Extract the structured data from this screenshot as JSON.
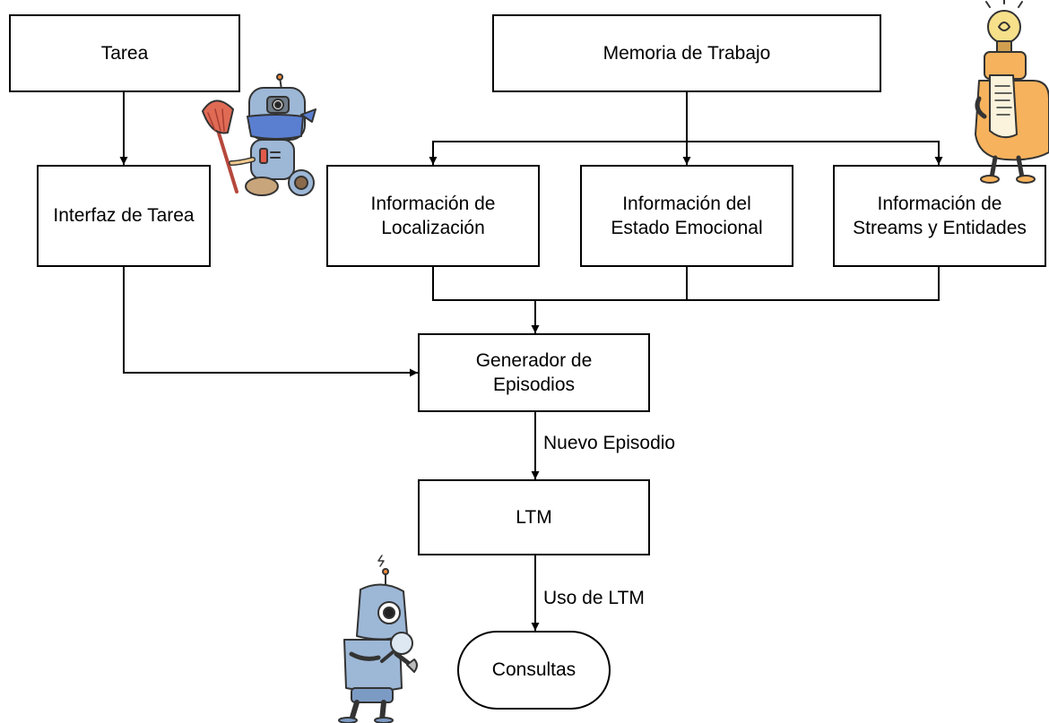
{
  "nodes": {
    "tarea": "Tarea",
    "memoria": "Memoria de Trabajo",
    "interfaz": "Interfaz de Tarea",
    "localizacion": "Información de\nLocalización",
    "emocional": "Información del\nEstado Emocional",
    "streams": "Información de\nStreams y Entidades",
    "generador": "Generador de\nEpisodios",
    "ltm": "LTM",
    "consultas": "Consultas"
  },
  "edges": {
    "nuevo_episodio": "Nuevo Episodio",
    "uso_ltm": "Uso de LTM"
  },
  "illustrations": {
    "sweeper": "robot-with-broom-icon",
    "scribe": "robot-with-scroll-icon",
    "inspector": "robot-with-magnifier-icon"
  },
  "colors": {
    "robot_blue": "#9db7d6",
    "robot_orange": "#f6b25c",
    "bulb_yellow": "#f7e08a",
    "broom_red": "#d9574a",
    "line": "#000000"
  }
}
